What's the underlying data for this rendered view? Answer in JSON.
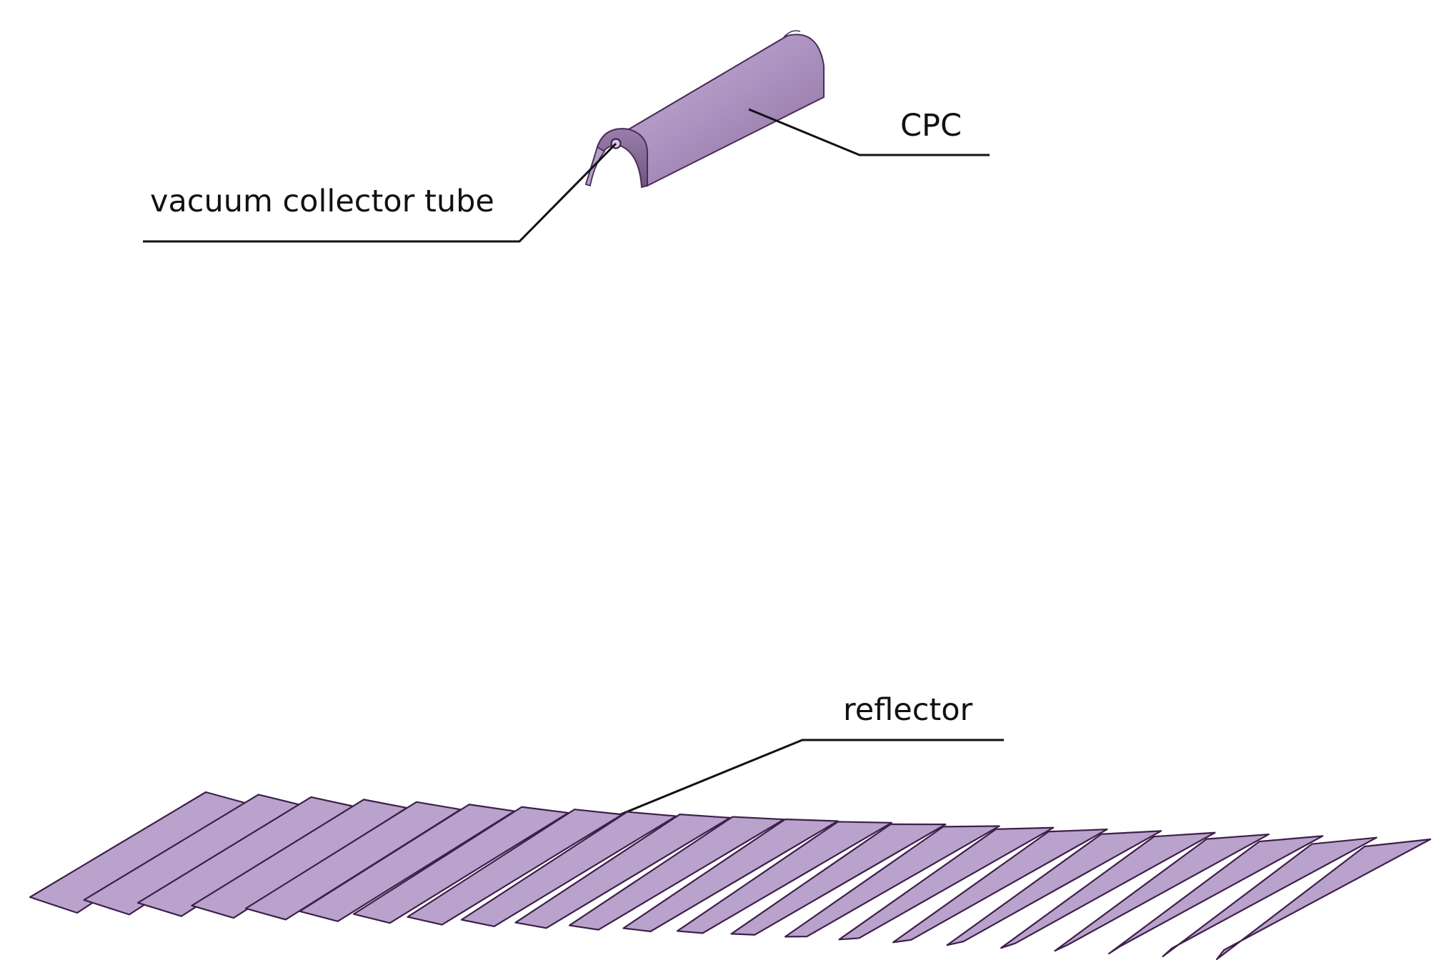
{
  "labels": {
    "cpc": "CPC",
    "tube": "vacuum collector tube",
    "reflector": "reflector"
  },
  "colors": {
    "mirror_fill": "#b9a3cd",
    "mirror_edge": "#3e1f4a",
    "cpc_light": "#c9b6db",
    "cpc_dark": "#8e7099",
    "leader": "#111111"
  },
  "diagram": {
    "reflector_strip_count": 23
  }
}
